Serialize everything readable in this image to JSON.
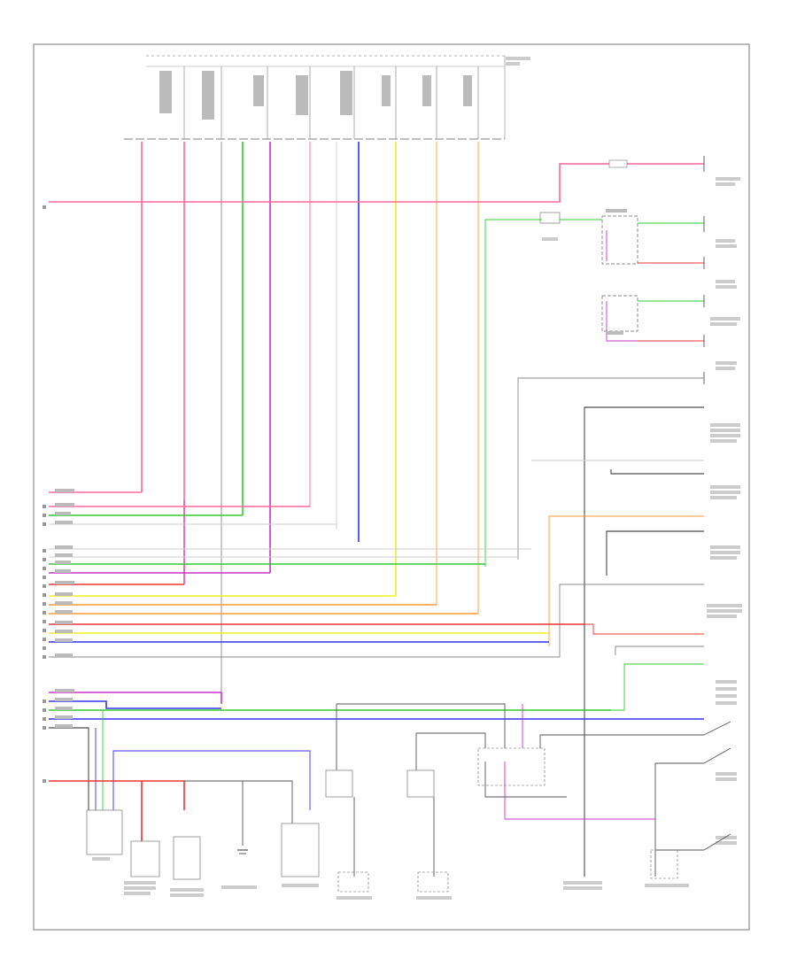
{
  "diagram": {
    "colors": {
      "pink": "#ff6699",
      "magenta": "#cc33cc",
      "green": "#33cc33",
      "blue": "#3333ee",
      "yellow": "#eeee22",
      "orange": "#ff9933",
      "red": "#ee3333",
      "gray": "#999999",
      "black": "#222222",
      "lightgray": "#cccccc"
    },
    "page_code": "",
    "top_connector_module": "",
    "components": [
      {
        "name": "top-module-connector",
        "label": ""
      },
      {
        "name": "fuse-a",
        "label": ""
      },
      {
        "name": "fuse-b",
        "label": ""
      },
      {
        "name": "switch-assembly-top-right",
        "label": ""
      },
      {
        "name": "switch-assembly-mid-right",
        "label": ""
      },
      {
        "name": "bottom-connector-left",
        "label": ""
      },
      {
        "name": "front-height-sensor",
        "label": ""
      },
      {
        "name": "level-sensor",
        "label": ""
      },
      {
        "name": "compressor-relay",
        "label": ""
      },
      {
        "name": "left-relay-module",
        "label": ""
      },
      {
        "name": "right-relay-module",
        "label": ""
      },
      {
        "name": "rear-ground-switch",
        "label": ""
      },
      {
        "name": "rear-height-sensor",
        "label": ""
      }
    ]
  }
}
